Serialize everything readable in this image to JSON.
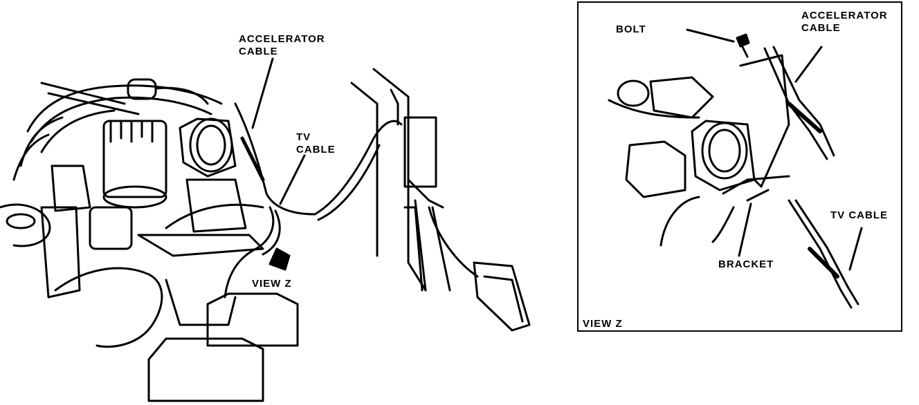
{
  "main_view": {
    "accelerator_cable_label": "ACCELERATOR\nCABLE",
    "tv_cable_label": "TV\nCABLE",
    "view_z_label": "VIEW Z"
  },
  "detail_view": {
    "bolt_label": "BOLT",
    "accelerator_cable_label": "ACCELERATOR\nCABLE",
    "tv_cable_label": "TV CABLE",
    "bracket_label": "BRACKET",
    "view_label": "VIEW Z"
  },
  "colors": {
    "line": "#000000",
    "background": "#ffffff"
  }
}
